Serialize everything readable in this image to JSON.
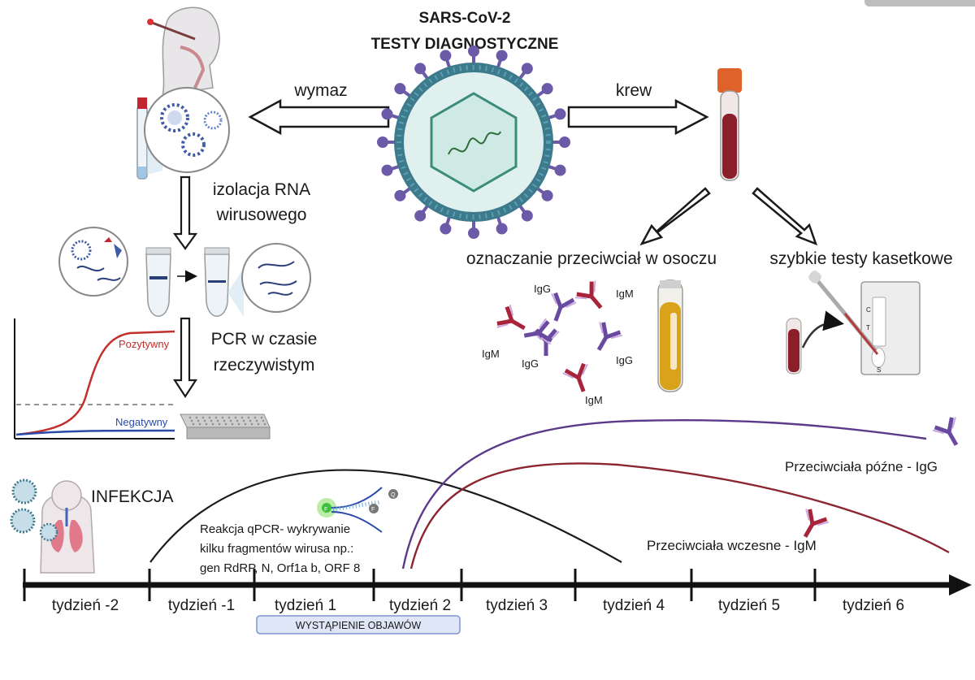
{
  "title": {
    "line1": "SARS-CoV-2",
    "line2": "TESTY DIAGNOSTYCZNE"
  },
  "arrows": {
    "left_label": "wymaz",
    "right_label": "krew"
  },
  "steps": {
    "rna_isolation": [
      "izolacja RNA",
      "wirusowego"
    ],
    "rt_pcr": [
      "PCR w czasie",
      "rzeczywistym"
    ],
    "plasma_antibodies": "oznaczanie przeciwciał w osoczu",
    "rapid_tests": "szybkie testy kasetkowe"
  },
  "pcr_curve": {
    "positive": "Pozytywny",
    "negative": "Negatywny"
  },
  "antibody_labels": [
    "IgG",
    "IgM",
    "IgM",
    "IgG",
    "IgG",
    "IgM"
  ],
  "cassette": {
    "c": "C",
    "t": "T",
    "s": "S"
  },
  "infection_label": "INFEKCJA",
  "qpcr_text": [
    "Reakcja qPCR- wykrywanie",
    "kilku fragmentów wirusa np.:",
    "gen RdRP, N, Orf1a b, ORF 8"
  ],
  "probe_letters": {
    "f": "F",
    "q1": "Q",
    "q2": "F"
  },
  "late_label": "Przeciwciała późne - IgG",
  "early_label": "Przeciwciała wczesne - IgM",
  "weeks": [
    "tydzień -2",
    "tydzień -1",
    "tydzień 1",
    "tydzień 2",
    "tydzień 3",
    "tydzień 4",
    "tydzień 5",
    "tydzień 6"
  ],
  "symptoms": "WYSTĄPIENIE OBJAWÓW",
  "colors": {
    "virus_membrane": "#3c7a8c",
    "virus_spike": "#6b5aa8",
    "blood": "#8b1e2b",
    "plasma": "#d9a21b",
    "igg": "#6a4aa0",
    "igm": "#a8243a",
    "positive": "#c0302c",
    "negative": "#2a4aa8",
    "symptoms_box": "#dfe6f7",
    "symptoms_border": "#7d95cf"
  }
}
